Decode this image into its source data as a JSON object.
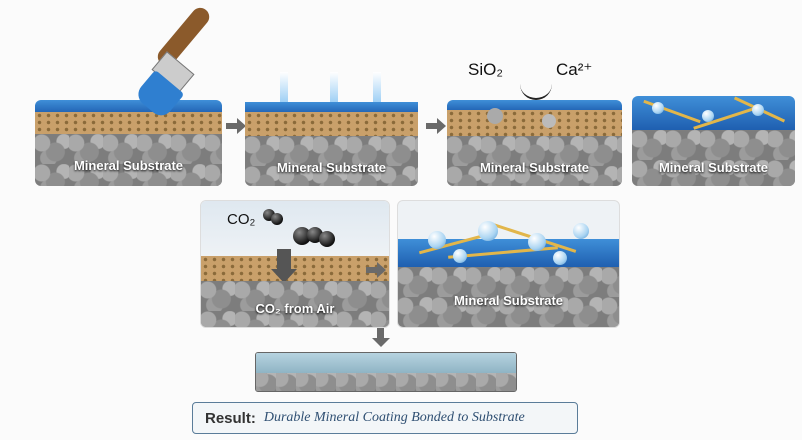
{
  "steps": [
    {
      "label": "Mineral Substrate"
    },
    {
      "label": "Mineral Substrate"
    },
    {
      "label": "Mineral Substrate",
      "annotation": {
        "left": "SiO₂",
        "right": "Ca²⁺"
      }
    },
    {
      "label": "Mineral Substrate"
    },
    {
      "label": "CO₂ from Air",
      "annotation": "CO₂"
    },
    {
      "label": "Mineral Substrate"
    }
  ],
  "result": {
    "prefix": "Result:",
    "text": "Durable Mineral Coating Bonded to Substrate"
  },
  "colors": {
    "water": "#2f7fd0",
    "soil": "#c9a06a",
    "rock": "#8a8a8a",
    "crystal": "#e2b64a",
    "result_text": "#2f4f72"
  }
}
